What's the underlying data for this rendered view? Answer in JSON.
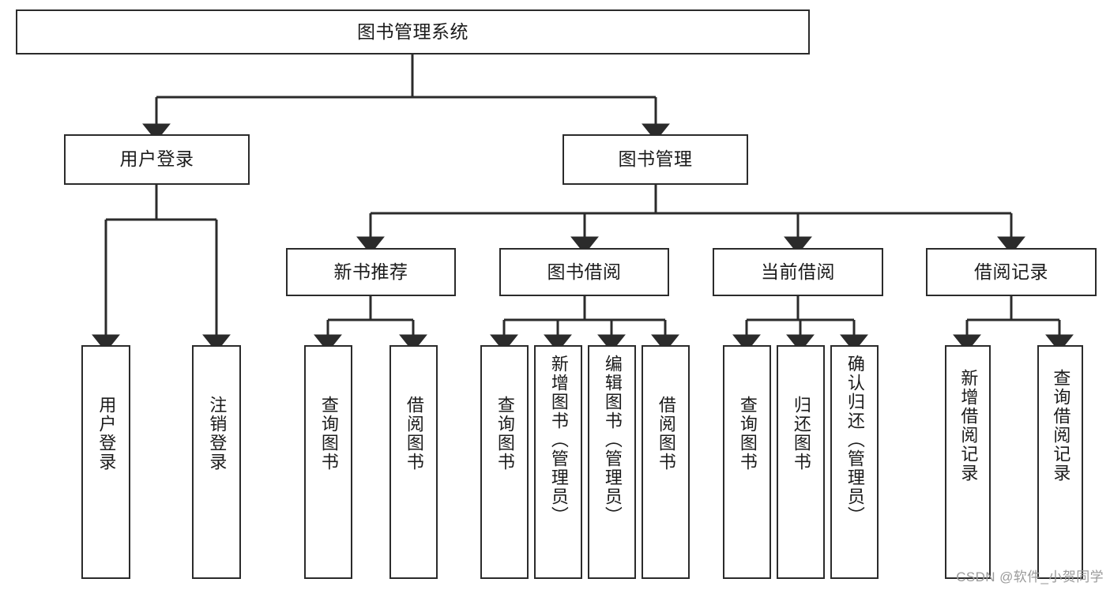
{
  "diagram": {
    "type": "tree",
    "title": "图书管理系统",
    "orientation": "top-down",
    "colors": {
      "box_border": "#2b2b2b",
      "box_fill": "#ffffff",
      "connector": "#2b2b2b",
      "text": "#1b1b1b",
      "watermark": "#9a9a9a",
      "background": "#ffffff"
    },
    "nodes": {
      "root": {
        "label": "图书管理系统"
      },
      "level2": [
        {
          "id": "user-login",
          "label": "用户登录"
        },
        {
          "id": "book-manage",
          "label": "图书管理"
        }
      ],
      "level3": [
        {
          "id": "new-book-recommend",
          "label": "新书推荐"
        },
        {
          "id": "book-borrow",
          "label": "图书借阅"
        },
        {
          "id": "current-borrow",
          "label": "当前借阅"
        },
        {
          "id": "borrow-record",
          "label": "借阅记录"
        }
      ],
      "leaves": {
        "user-login": [
          {
            "id": "leaf-user-login",
            "label": "用户登录"
          },
          {
            "id": "leaf-logout-login",
            "label": "注销登录"
          }
        ],
        "new-book-recommend": [
          {
            "id": "leaf-query-book-1",
            "label": "查询图书"
          },
          {
            "id": "leaf-borrow-book-1",
            "label": "借阅图书"
          }
        ],
        "book-borrow": [
          {
            "id": "leaf-query-book-2",
            "label": "查询图书"
          },
          {
            "id": "leaf-add-book-admin",
            "label": "新增图书（管理员）"
          },
          {
            "id": "leaf-edit-book-admin",
            "label": "编辑图书（管理员）"
          },
          {
            "id": "leaf-borrow-book-2",
            "label": "借阅图书"
          }
        ],
        "current-borrow": [
          {
            "id": "leaf-query-book-3",
            "label": "查询图书"
          },
          {
            "id": "leaf-return-book",
            "label": "归还图书"
          },
          {
            "id": "leaf-confirm-return-admin",
            "label": "确认归还（管理员）"
          }
        ],
        "borrow-record": [
          {
            "id": "leaf-add-borrow-record",
            "label": "新增借阅记录"
          },
          {
            "id": "leaf-query-borrow-record",
            "label": "查询借阅记录"
          }
        ]
      }
    },
    "watermark": "CSDN @软件_小贺同学"
  }
}
